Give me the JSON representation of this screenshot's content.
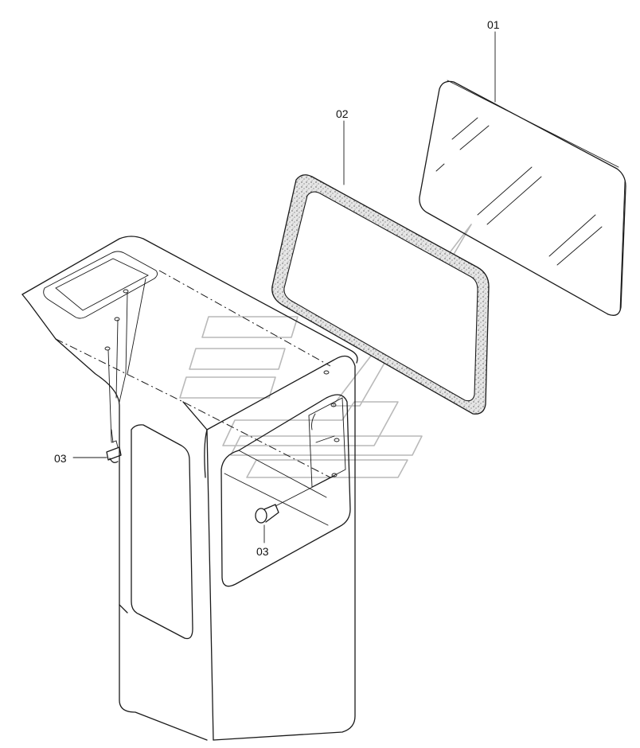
{
  "diagram": {
    "callouts": [
      {
        "id": "part-01",
        "text": "01"
      },
      {
        "id": "part-02",
        "text": "02"
      },
      {
        "id": "part-03-left",
        "text": "03"
      },
      {
        "id": "part-03-center",
        "text": "03"
      }
    ],
    "colors": {
      "line": "#1a1a1a",
      "gasket_fill": "#d8d8d8",
      "watermark": "#b9b9b9",
      "background": "#ffffff"
    }
  }
}
